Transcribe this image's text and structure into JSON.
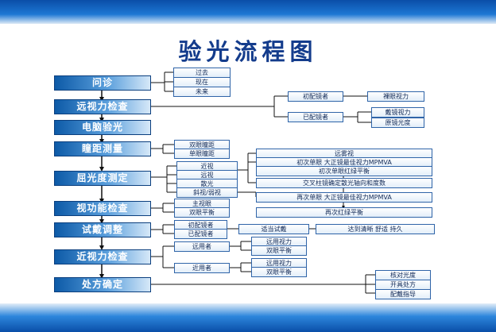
{
  "title": "验光流程图",
  "steps": [
    {
      "label": "问诊"
    },
    {
      "label": "远视力检查"
    },
    {
      "label": "电脑验光"
    },
    {
      "label": "瞳距测量"
    },
    {
      "label": "屈光度测定"
    },
    {
      "label": "视功能检查"
    },
    {
      "label": "试戴调整"
    },
    {
      "label": "近视力检查"
    },
    {
      "label": "处方确定"
    }
  ],
  "inquiry": [
    "过去",
    "现在",
    "未来"
  ],
  "distance_vision": {
    "first_fitting": "初配镜者",
    "naked_vision": "裸眼视力",
    "existing_wearer": "已配镜者",
    "corrected_vision": "戴镜视力",
    "original_lens": "原镜光度"
  },
  "pd": [
    "双眼瞳距",
    "单眼瞳距"
  ],
  "refraction": {
    "types": [
      "近视",
      "远视",
      "散光",
      "斜视/弱视"
    ],
    "steps": [
      "远雾视",
      "初次单眼 大正镜最佳视力MPMVA",
      "初次单眼红绿平衡",
      "交叉柱镜确定散光轴向和度数",
      "再次单眼 大正镜最佳视力MPMVA",
      "再次红绿平衡"
    ]
  },
  "function_check": [
    "主视眼",
    "双眼平衡"
  ],
  "trial": {
    "new": "初配镜者",
    "existing": "已配镜者",
    "appropriate": "适当试戴",
    "result": "达到清晰 舒适 持久"
  },
  "near_vision": {
    "far_user": "远用者",
    "near_user": "近用者",
    "options": [
      "远用视力",
      "双眼平衡"
    ]
  },
  "prescription": [
    "核对光度",
    "开具处方",
    "配戴指导"
  ]
}
